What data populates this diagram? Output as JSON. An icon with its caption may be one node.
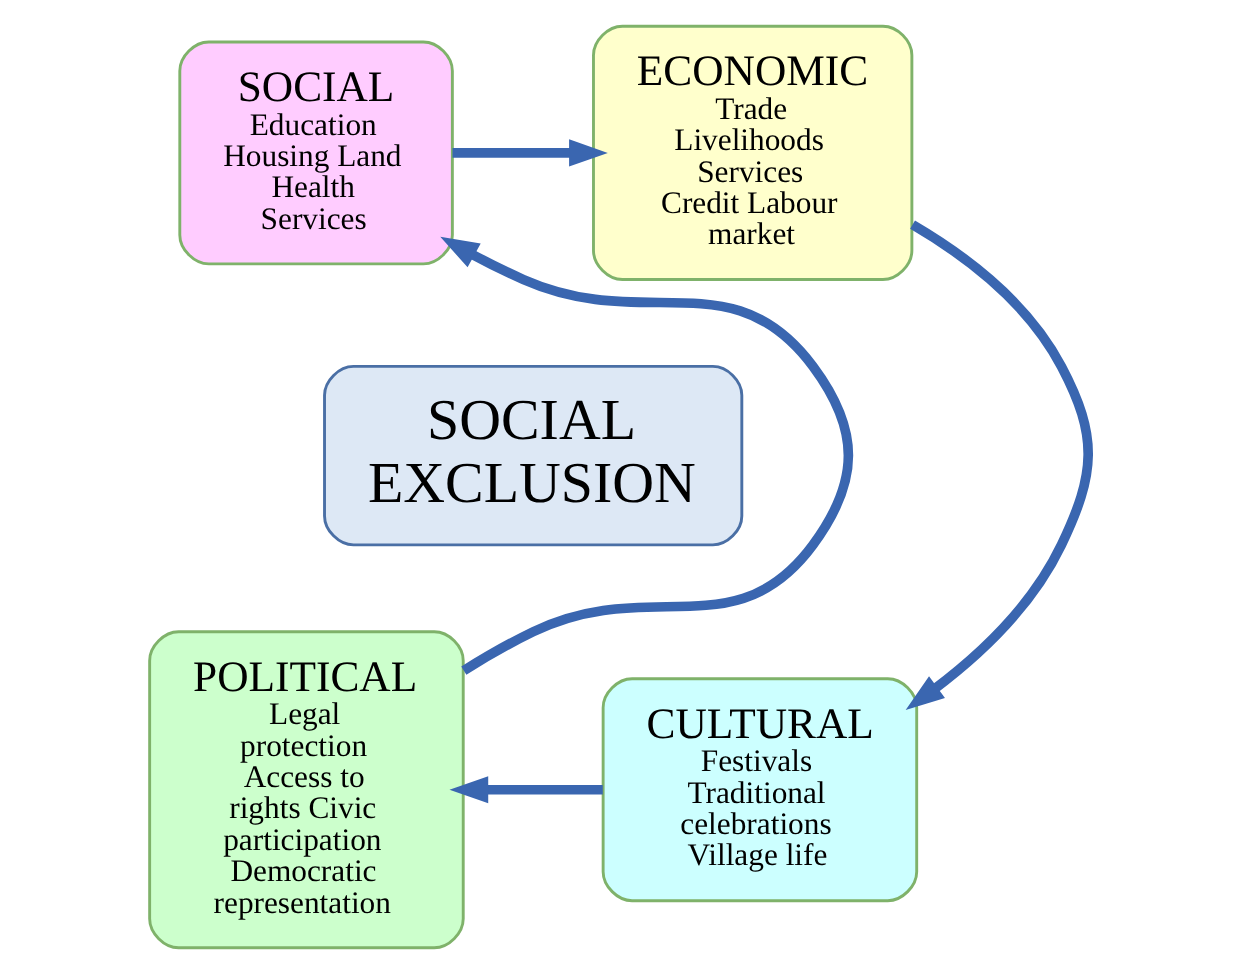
{
  "diagram": {
    "nodes": [
      {
        "text": [
          "SOCIAL",
          "Education Housing Land Health Services"
        ]
      },
      {
        "text": [
          "ECONOMIC",
          "Trade Livelihoods Services Credit Labour market"
        ]
      },
      {
        "text": [
          "SOCIAL EXCLUSION"
        ]
      },
      {
        "text": [
          "POLITICAL",
          "Legal protection Access to rights Civic participation Democratic representation"
        ]
      },
      {
        "text": [
          "CULTURAL",
          "Festivals Traditional celebrations Village life"
        ]
      }
    ],
    "edges": [
      {
        "from": 0,
        "to": 1,
        "arrow": "to"
      },
      {
        "from": 1,
        "to": 4,
        "arrow": "to"
      },
      {
        "from": 4,
        "to": 3,
        "arrow": "to"
      },
      {
        "from": 3,
        "to": 0,
        "arrow": "to"
      }
    ]
  }
}
